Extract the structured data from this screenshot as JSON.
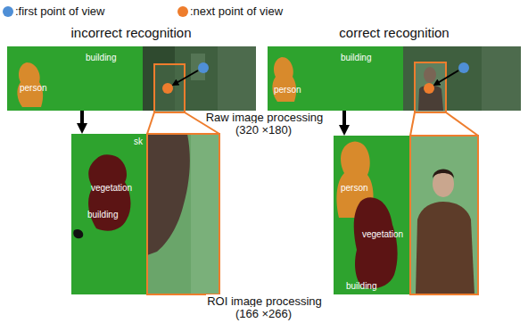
{
  "diagram": {
    "nodes": [
      {
        "text": [
          "building",
          "person"
        ]
      },
      {
        "text": [
          "building",
          "person"
        ]
      },
      {
        "text": [
          "sk",
          "vegetation",
          "building"
        ]
      },
      {
        "text": [
          "person",
          "vegetation",
          "building"
        ]
      }
    ],
    "edges": [
      {
        "from": 0,
        "to": 2,
        "arrow": "to"
      },
      {
        "from": 1,
        "to": 3,
        "arrow": "to"
      }
    ],
    "labels": [
      "incorrect recognition",
      "correct recognition",
      "Raw image processing (320 ×180)",
      "ROI image processing (166 ×266)"
    ],
    "legend": [
      {
        "text": ":first point of view",
        "color": "#4f8fd6"
      },
      {
        "text": ":next point of view",
        "color": "#ee7d2d"
      }
    ]
  }
}
